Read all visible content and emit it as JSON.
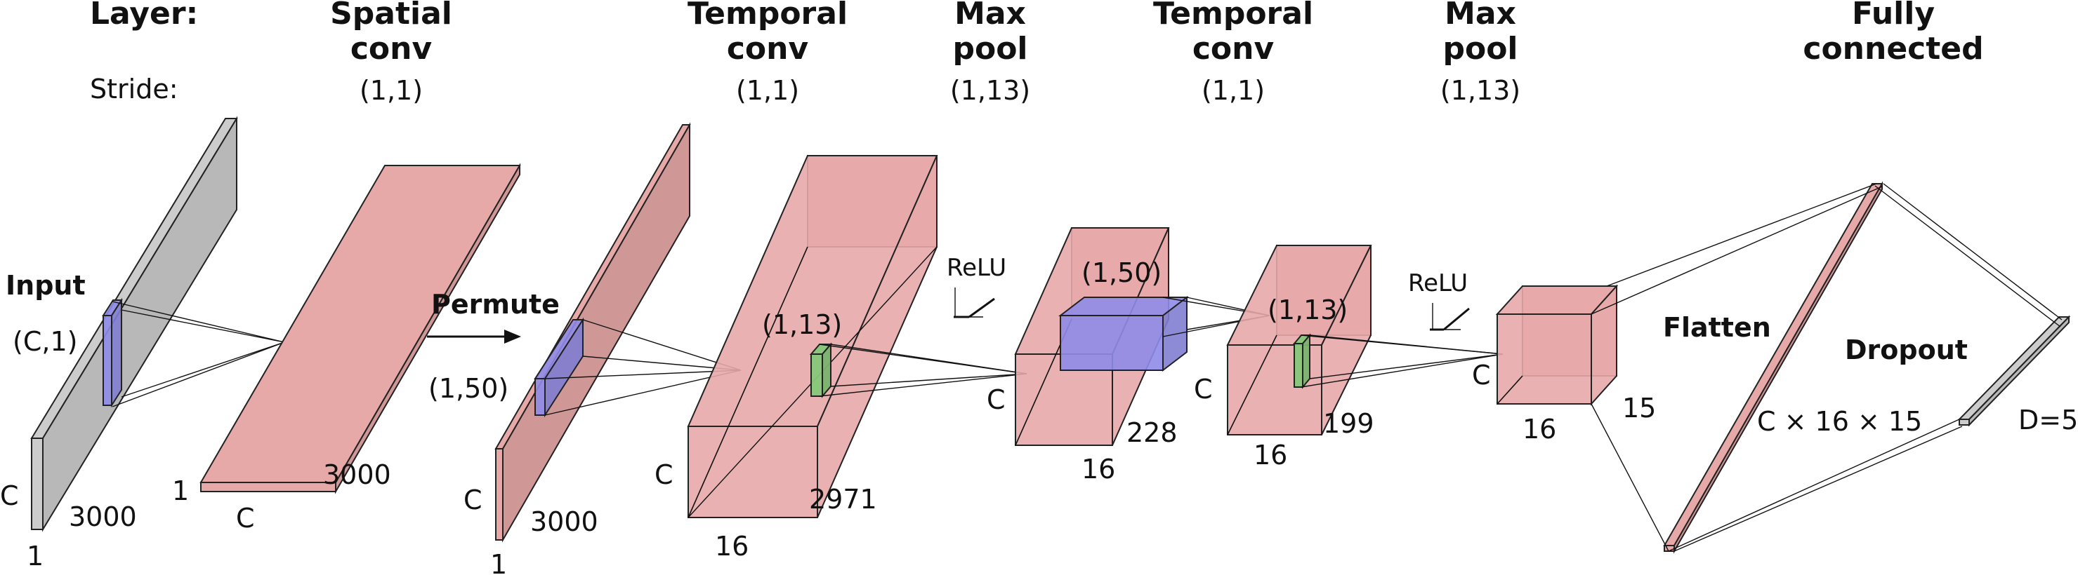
{
  "header": {
    "layer_label": "Layer:",
    "stride_label": "Stride:",
    "columns": [
      {
        "line1": "Spatial",
        "line2": "conv",
        "stride": "(1,1)"
      },
      {
        "line1": "Temporal",
        "line2": "conv",
        "stride": "(1,1)"
      },
      {
        "line1": "Max",
        "line2": "pool",
        "stride": "(1,13)"
      },
      {
        "line1": "Temporal",
        "line2": "conv",
        "stride": "(1,1)"
      },
      {
        "line1": "Max",
        "line2": "pool",
        "stride": "(1,13)"
      },
      {
        "line1": "Fully",
        "line2": "connected",
        "stride": ""
      }
    ]
  },
  "colors": {
    "input_fill": "#cccccc",
    "tensor_fill": "#e7a8a8",
    "kernel_blue": "#8f8be8",
    "kernel_green": "#86c77a"
  },
  "labels": {
    "input": "Input",
    "input_kernel": "(C,1)",
    "input_C": "C",
    "input_len": "3000",
    "input_one": "1",
    "conv1_one": "1",
    "conv1_C": "C",
    "conv1_len": "3000",
    "permute": "Permute",
    "perm_kernel": "(1,50)",
    "perm_C": "C",
    "perm_len": "3000",
    "perm_one": "1",
    "t1_kernel": "(1,13)",
    "t1_C": "C",
    "t1_len": "2971",
    "t1_depth": "16",
    "relu1": "ReLU",
    "p1_kernel": "(1,50)",
    "p1_C": "C",
    "p1_len": "228",
    "p1_depth": "16",
    "t2_kernel": "(1,13)",
    "t2_C": "C",
    "t2_len": "199",
    "t2_depth": "16",
    "relu2": "ReLU",
    "p2_C": "C",
    "p2_len": "15",
    "p2_depth": "16",
    "flatten": "Flatten",
    "flat_dims": "C × 16 × 15",
    "dropout": "Dropout",
    "output": "D=5"
  }
}
